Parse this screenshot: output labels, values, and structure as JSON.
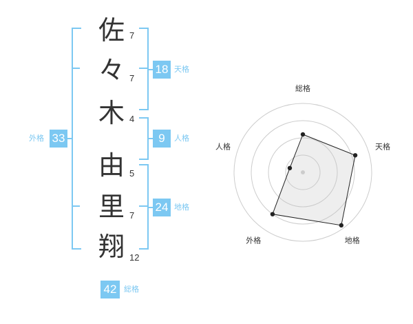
{
  "name": {
    "chars": [
      {
        "char": "佐",
        "strokes": "7"
      },
      {
        "char": "々",
        "strokes": "7"
      },
      {
        "char": "木",
        "strokes": "4"
      },
      {
        "char": "由",
        "strokes": "5"
      },
      {
        "char": "里",
        "strokes": "7"
      },
      {
        "char": "翔",
        "strokes": "12"
      }
    ]
  },
  "kakusu": {
    "tenkaku": {
      "value": "18",
      "label": "天格"
    },
    "jinkaku": {
      "value": "9",
      "label": "人格"
    },
    "chikaku": {
      "value": "24",
      "label": "地格"
    },
    "gaikaku": {
      "value": "33",
      "label": "外格"
    },
    "soukaku": {
      "value": "42",
      "label": "総格"
    }
  },
  "colors": {
    "accent": "#7cc8f2",
    "text": "#333333",
    "grid": "#cccccc"
  },
  "chart_data": {
    "type": "radar",
    "axes": [
      "総格",
      "天格",
      "地格",
      "外格",
      "人格"
    ],
    "values": [
      0.55,
      0.8,
      0.95,
      0.75,
      0.2
    ],
    "rings": 4,
    "max": 1
  }
}
